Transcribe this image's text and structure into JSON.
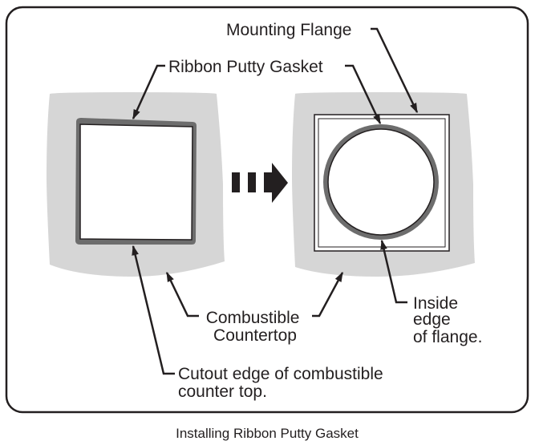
{
  "caption": "Installing Ribbon Putty Gasket",
  "labels": {
    "mounting_flange": "Mounting Flange",
    "ribbon_putty_gasket": "Ribbon Putty Gasket",
    "combustible_countertop": [
      "Combustible",
      "Countertop"
    ],
    "cutout_edge": [
      "Cutout edge of combustible",
      "counter top."
    ],
    "inside_edge": [
      "Inside",
      "edge",
      "of flange."
    ]
  },
  "colors": {
    "countertop": "#d6d6d6",
    "gasket": "#6d6d6d",
    "line": "#231f20",
    "frame": "#231f20",
    "background": "#ffffff"
  },
  "panels": [
    {
      "name": "before",
      "description": "Square cutout with ribbon putty gasket along edge"
    },
    {
      "name": "after",
      "description": "Mounting flange installed with circular gasket at inside edge"
    }
  ]
}
